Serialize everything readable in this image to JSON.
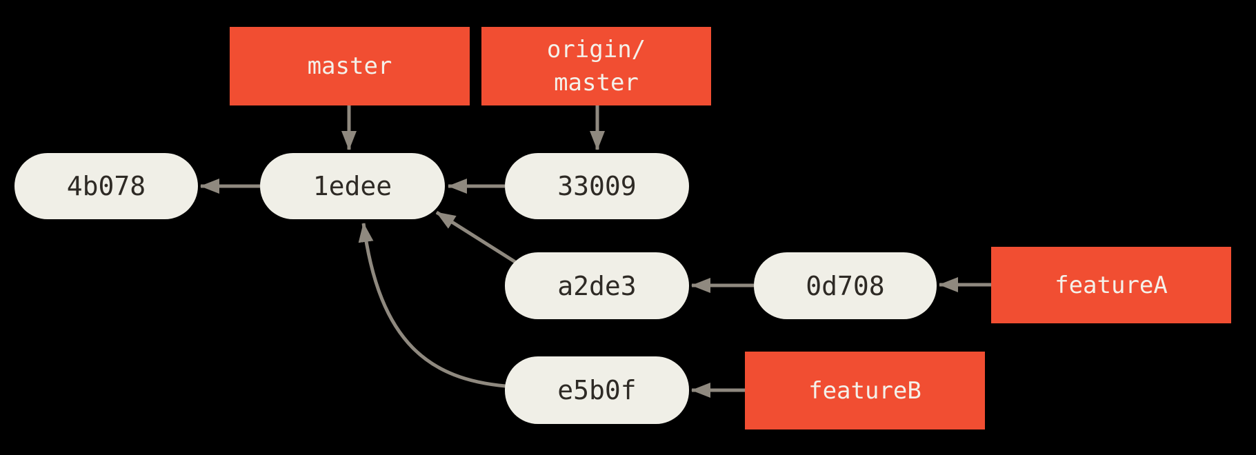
{
  "diagram": {
    "type": "git-commit-graph",
    "background": "#000000",
    "colors": {
      "branch_box": "#f14e32",
      "branch_text": "#f4f1ea",
      "commit_fill": "#f0efe7",
      "commit_text": "#2e2a25",
      "arrow": "#8f897f"
    },
    "branches": [
      {
        "name": "master",
        "label": "master",
        "points_to": "1edee"
      },
      {
        "name": "origin/master",
        "label": "origin/\nmaster",
        "points_to": "33009"
      },
      {
        "name": "featureA",
        "label": "featureA",
        "points_to": "0d708"
      },
      {
        "name": "featureB",
        "label": "featureB",
        "points_to": "e5b0f"
      }
    ],
    "commits": [
      {
        "id": "4b078",
        "label": "4b078"
      },
      {
        "id": "1edee",
        "label": "1edee"
      },
      {
        "id": "33009",
        "label": "33009"
      },
      {
        "id": "a2de3",
        "label": "a2de3"
      },
      {
        "id": "0d708",
        "label": "0d708"
      },
      {
        "id": "e5b0f",
        "label": "e5b0f"
      }
    ],
    "edges": [
      {
        "from": "master",
        "to": "1edee",
        "kind": "branch-pointer"
      },
      {
        "from": "origin/master",
        "to": "33009",
        "kind": "branch-pointer"
      },
      {
        "from": "1edee",
        "to": "4b078",
        "kind": "parent"
      },
      {
        "from": "33009",
        "to": "1edee",
        "kind": "parent"
      },
      {
        "from": "a2de3",
        "to": "1edee",
        "kind": "parent"
      },
      {
        "from": "0d708",
        "to": "a2de3",
        "kind": "parent"
      },
      {
        "from": "e5b0f",
        "to": "1edee",
        "kind": "parent"
      },
      {
        "from": "featureA",
        "to": "0d708",
        "kind": "branch-pointer"
      },
      {
        "from": "featureB",
        "to": "e5b0f",
        "kind": "branch-pointer"
      }
    ]
  }
}
